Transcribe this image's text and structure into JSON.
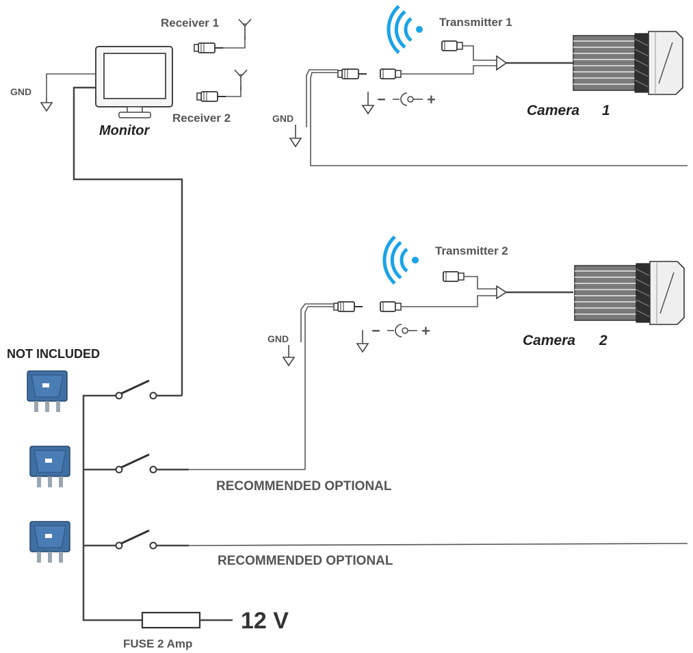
{
  "labels": {
    "receiver1": "Receiver 1",
    "receiver2": "Receiver 2",
    "monitor": "Monitor",
    "gnd": "GND",
    "transmitter1": "Transmitter 1",
    "transmitter2": "Transmitter 2",
    "camera1": "Camera",
    "camera1_num": "1",
    "camera2": "Camera",
    "camera2_num": "2",
    "not_included": "NOT INCLUDED",
    "recommended_optional": "RECOMMENDED OPTIONAL",
    "fuse": "FUSE 2 Amp",
    "voltage": "12 V",
    "polarity_minus": "−",
    "polarity_plus": "+"
  },
  "colors": {
    "wifi": "#1aa3e8",
    "switch": "#3f6fa3",
    "wire": "#444444",
    "text": "#555555"
  },
  "icons": [
    "monitor-icon",
    "antenna-icon",
    "rca-plug-icon",
    "wifi-icon",
    "camera-icon",
    "ground-icon",
    "rocker-switch-icon",
    "switch-symbol-icon",
    "fuse-icon",
    "dc-jack-icon"
  ]
}
